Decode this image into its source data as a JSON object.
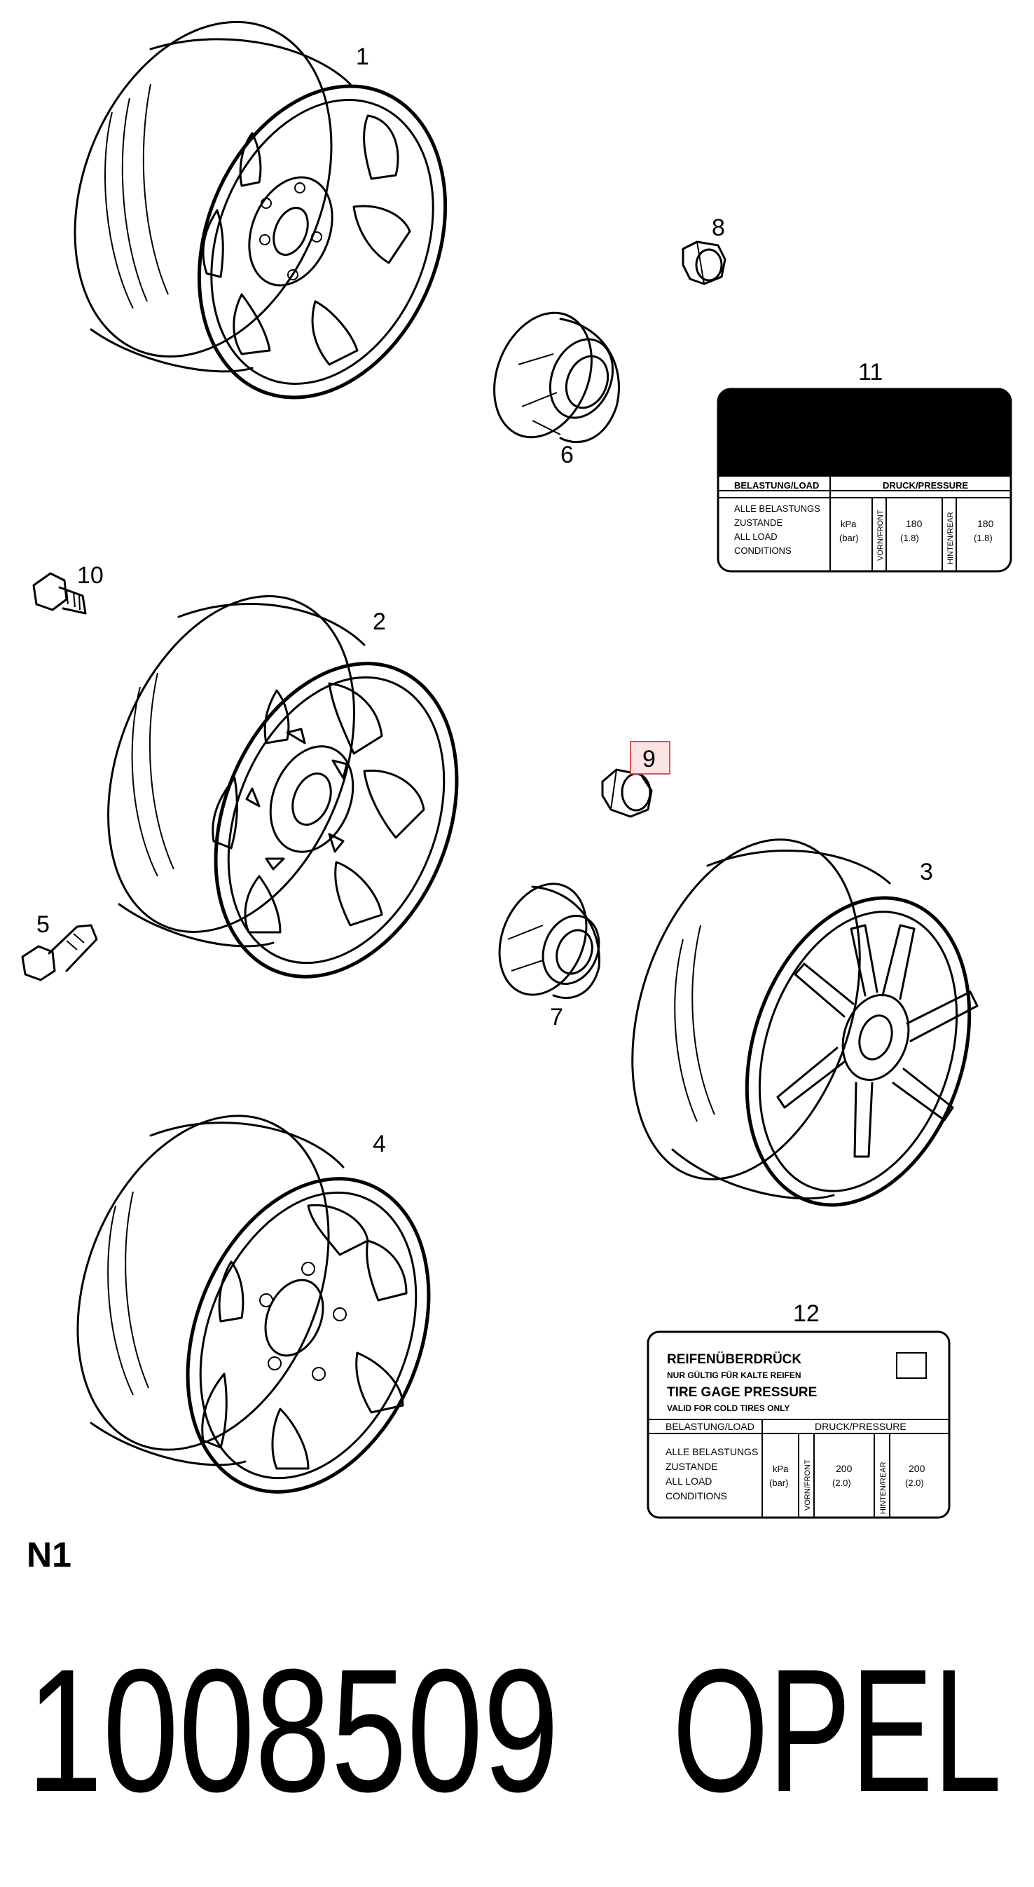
{
  "callouts": {
    "c1": "1",
    "c2": "2",
    "c3": "3",
    "c4": "4",
    "c5": "5",
    "c6": "6",
    "c7": "7",
    "c8": "8",
    "c9": "9",
    "c10": "10",
    "c11": "11",
    "c12": "12"
  },
  "label11": {
    "load_header": "BELASTUNG/LOAD",
    "pressure_header": "DRUCK/PRESSURE",
    "cond_line1": "ALLE BELASTUNGS",
    "cond_line2": "ZUSTANDE",
    "cond_line3": "ALL LOAD",
    "cond_line4": "CONDITIONS",
    "unit_kpa": "kPa",
    "unit_bar": "(bar)",
    "front_label": "VORN/FRONT",
    "front_kpa": "180",
    "front_bar": "(1.8)",
    "rear_label": "HINTEN/REAR",
    "rear_kpa": "180",
    "rear_bar": "(1.8)"
  },
  "label12": {
    "title_de": "REIFENÜBERDRÜCK",
    "note_de": "NUR GÜLTIG FÜR KALTE REIFEN",
    "title_en": "TIRE GAGE PRESSURE",
    "note_en": "VALID FOR COLD TIRES ONLY",
    "load_header": "BELASTUNG/LOAD",
    "pressure_header": "DRUCK/PRESSURE",
    "cond_line1": "ALLE BELASTUNGS",
    "cond_line2": "ZUSTANDE",
    "cond_line3": "ALL LOAD",
    "cond_line4": "CONDITIONS",
    "unit_kpa": "kPa",
    "unit_bar": "(bar)",
    "front_label": "VORN/FRONT",
    "front_kpa": "200",
    "front_bar": "(2.0)",
    "rear_label": "HINTEN/REAR",
    "rear_kpa": "200",
    "rear_bar": "(2.0)"
  },
  "section_code": "N1",
  "part_number": "1008509",
  "brand": "OPEL",
  "colors": {
    "highlight_box": "#e05050",
    "highlight_fill": "#fbe3e3",
    "ink": "#000000"
  }
}
